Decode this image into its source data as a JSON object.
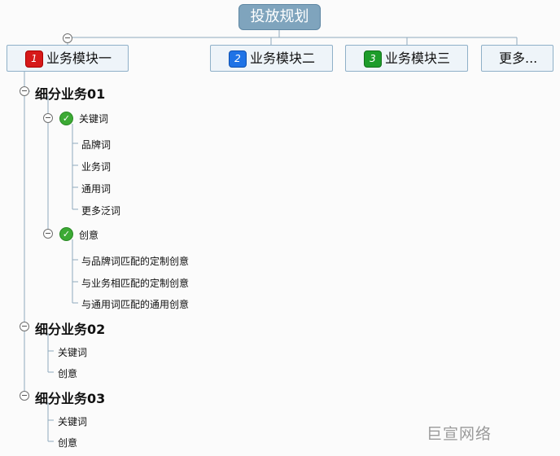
{
  "root": {
    "label": "投放规划"
  },
  "modules": [
    {
      "index": "1",
      "label": "业务模块一"
    },
    {
      "index": "2",
      "label": "业务模块二"
    },
    {
      "index": "3",
      "label": "业务模块三"
    },
    {
      "label": "更多..."
    }
  ],
  "subs": [
    {
      "label": "细分业务01",
      "keywords": {
        "label": "关键词",
        "items": [
          "品牌词",
          "业务词",
          "通用词",
          "更多泛词"
        ]
      },
      "creative": {
        "label": "创意",
        "items": [
          "与品牌词匹配的定制创意",
          "与业务相匹配的定制创意",
          "与通用词匹配的通用创意"
        ]
      }
    },
    {
      "label": "细分业务02",
      "items": [
        "关键词",
        "创意"
      ]
    },
    {
      "label": "细分业务03",
      "items": [
        "关键词",
        "创意"
      ]
    }
  ],
  "watermark": "巨宣网络",
  "colors": {
    "root_fill": "#7fa4bd",
    "module_fill": "#eef4f9",
    "module_border": "#8fb0c8",
    "connector": "#8fa9bd"
  }
}
